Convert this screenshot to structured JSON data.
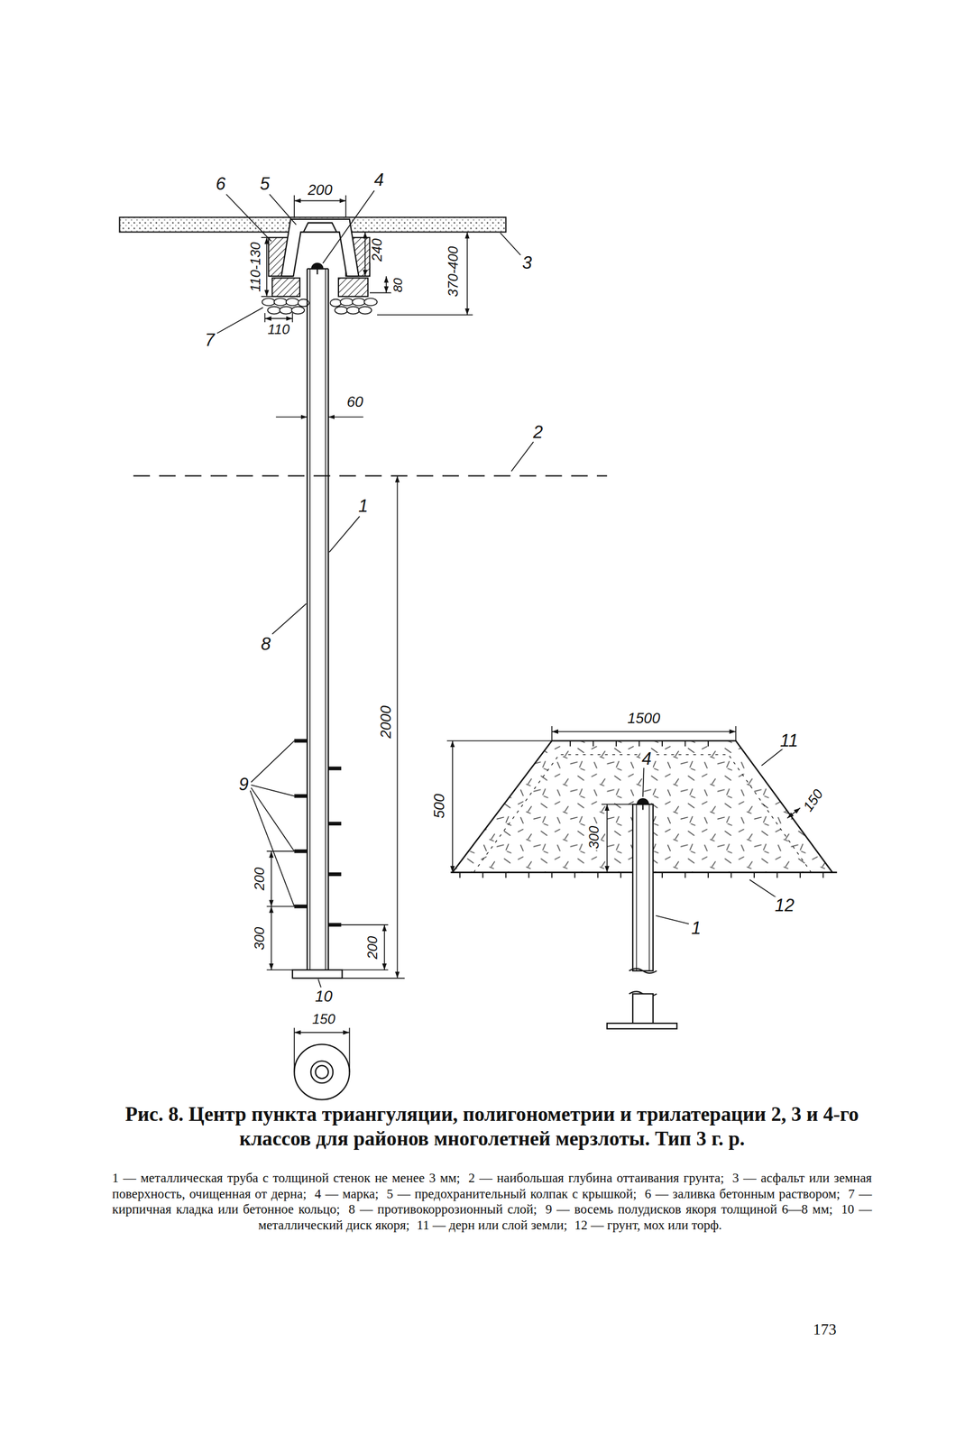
{
  "diagram": {
    "caption": "Рис. 8. Центр пункта триангуляции, полигонометрии и трилатерации 2, 3 и 4-го классов для районов многолетней мерзлоты. Тип 3 г. р.",
    "labels": [
      "6",
      "5",
      "200",
      "4",
      "110-130",
      "240",
      "80",
      "370-400",
      "3",
      "7",
      "110",
      "60",
      "2",
      "1",
      "8",
      "2000",
      "9",
      "200",
      "300",
      "200",
      "10",
      "150",
      "1500",
      "11",
      "500",
      "4",
      "300",
      "150",
      "12",
      "1",
      "1 — металлическая труба с толщиной стенок не менее 3 мм;",
      "2 — наибольшая глубина оттаивания грунта;",
      "3 — асфальт или земная поверхность, очищенная от дерна;",
      "4 — марка;",
      "5 — предохранительный колпак с крышкой;",
      "6 — заливка бетонным раствором;",
      "7 — кирпичная кладка или бетонное кольцо;",
      "8 — противокоррозионный слой;",
      "9 — восемь полудисков якоря толщиной 6—8 мм;",
      "10 — металлический диск якоря;",
      "11 — дерн или слой земли;",
      "12 — грунт, мох или торф.",
      "173"
    ]
  }
}
